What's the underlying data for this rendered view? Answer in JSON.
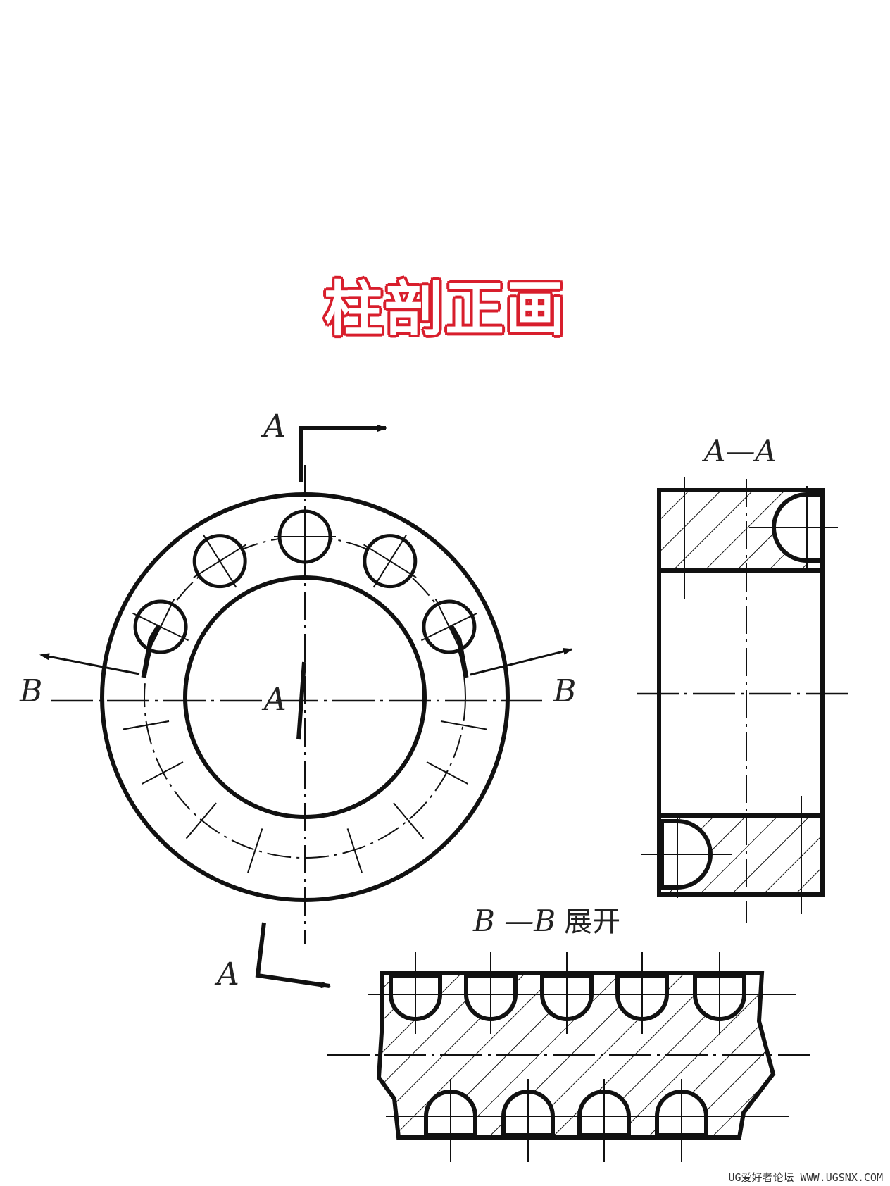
{
  "title": "柱剖正画",
  "labels": {
    "a_top": "A",
    "a_center": "A",
    "a_bottom": "A",
    "b_left": "B",
    "b_right": "B",
    "section_aa": "A—A",
    "section_bb_letters": "B —B",
    "section_bb_suffix": "展开"
  },
  "watermark": "UG爱好者论坛 WWW.UGSNX.COM",
  "colors": {
    "title_fill": "#ffffff",
    "title_outline": "#d81e2c",
    "ink": "#111111"
  }
}
